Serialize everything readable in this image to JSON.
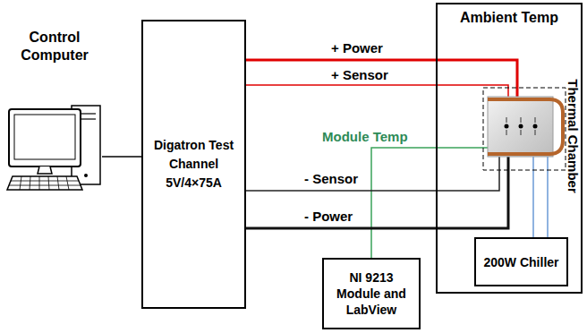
{
  "diagram": {
    "nodes": [
      {
        "text": [
          "Control Computer"
        ]
      },
      {
        "text": [
          "Digatron Test Channel 5V/4×75A"
        ]
      },
      {
        "text": [
          "Ambient Temp",
          "Thermal Chamber"
        ]
      },
      {
        "text": [
          "200W Chiller"
        ],
        "in": 2
      },
      {
        "text": [
          "NI 9213 Module and LabView"
        ]
      }
    ],
    "edges": [
      {
        "from": 0,
        "to": 1,
        "arrow": "none"
      },
      {
        "from": 1,
        "to": 2,
        "label": "+ Power",
        "arrow": "none"
      },
      {
        "from": 1,
        "to": 2,
        "label": "+ Sensor",
        "arrow": "none"
      },
      {
        "from": 2,
        "to": 4,
        "label": "Module Temp",
        "arrow": "none"
      },
      {
        "from": 1,
        "to": 2,
        "label": "- Sensor",
        "arrow": "none"
      },
      {
        "from": 1,
        "to": 2,
        "label": "- Power",
        "arrow": "none"
      }
    ]
  }
}
